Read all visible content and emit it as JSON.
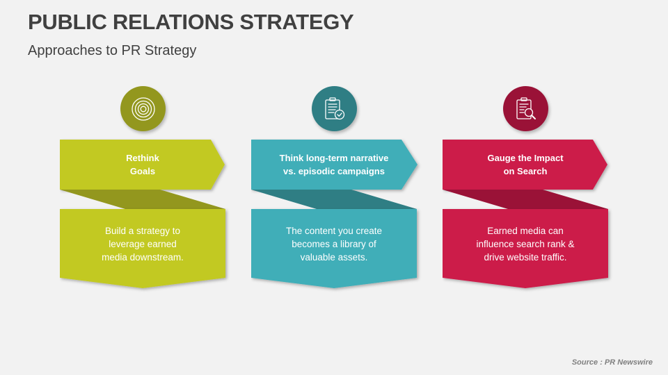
{
  "header": {
    "title": "PUBLIC RELATIONS STRATEGY",
    "subtitle": "Approaches to PR Strategy"
  },
  "columns": [
    {
      "icon": "target-icon",
      "heading": "Rethink\nGoals",
      "body": "Build a strategy to\nleverage earned\nmedia downstream.",
      "color": "#C2C923",
      "dark_color": "#93971E"
    },
    {
      "icon": "clipboard-check-icon",
      "heading": "Think long-term narrative\nvs. episodic campaigns",
      "body": "The content you create\nbecomes a library of\nvaluable assets.",
      "color": "#40AEB8",
      "dark_color": "#2F7E84"
    },
    {
      "icon": "clipboard-search-icon",
      "heading": "Gauge the Impact\non Search",
      "body": "Earned media can\ninfluence search rank &\ndrive website traffic.",
      "color": "#CC1A4A",
      "dark_color": "#9A1237"
    }
  ],
  "footer": {
    "source": "Source : PR Newswire"
  },
  "colors": {
    "background": "#F2F2F2",
    "title": "#404040",
    "source": "#808080"
  }
}
